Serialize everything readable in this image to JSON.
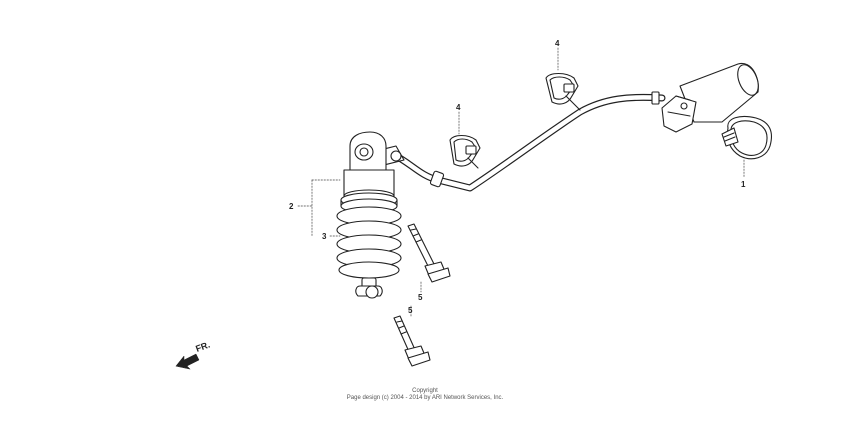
{
  "callouts": {
    "hose_clamp": "1",
    "shock_absorber": "2",
    "spring": "3",
    "hose_clip_top": "4",
    "hose_clip_mid": "4",
    "bolt_upper": "5",
    "bolt_lower": "5"
  },
  "direction_label": "FR.",
  "copyright": {
    "line1": "Copyright",
    "line2": "Page design (c) 2004 - 2014 by ARI Network Services, Inc."
  }
}
